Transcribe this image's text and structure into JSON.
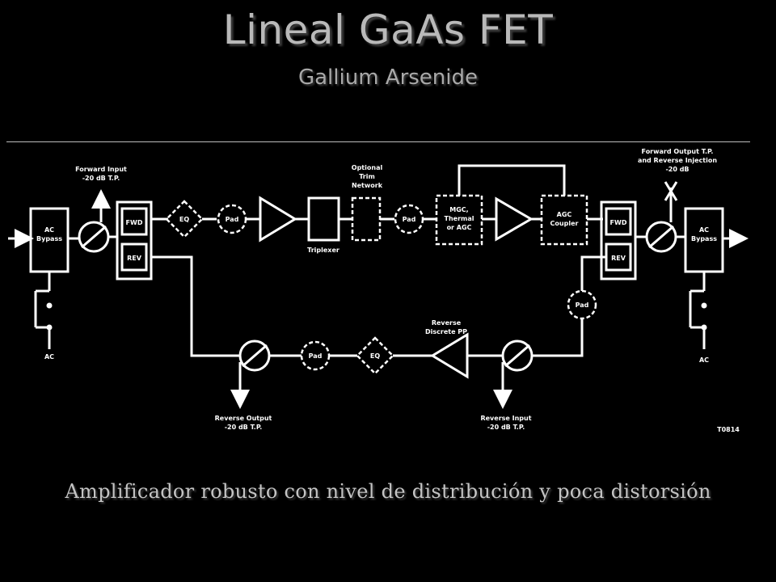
{
  "slide": {
    "title": "Lineal GaAs FET",
    "subtitle": "Gallium Arsenide",
    "caption": "Amplificador robusto con nivel de distribución y poca distorsión"
  },
  "diagram": {
    "ac_bypass_left": [
      "AC",
      "Bypass"
    ],
    "ac_bypass_right": [
      "AC",
      "Bypass"
    ],
    "ac_left": "AC",
    "ac_right": "AC",
    "fwd": "FWD",
    "rev": "REV",
    "eq": "EQ",
    "pad": "Pad",
    "triplexer": "Triplexer",
    "optional_trim": [
      "Optional",
      "Trim",
      "Network"
    ],
    "mgc": [
      "MGC,",
      "Thermal",
      "or AGC"
    ],
    "agc_coupler": [
      "AGC",
      "Coupler"
    ],
    "forward_input_tp": [
      "Forward Input",
      "-20 dB T.P."
    ],
    "forward_output_tp": [
      "Forward Output T.P.",
      "and Reverse Injection",
      "-20 dB"
    ],
    "reverse_output_tp": [
      "Reverse Output",
      "-20 dB T.P."
    ],
    "reverse_input_tp": [
      "Reverse Input",
      "-20 dB T.P."
    ],
    "reverse_hybrid": [
      "Reverse",
      "Discrete PP"
    ],
    "figure_id": "T0814"
  }
}
